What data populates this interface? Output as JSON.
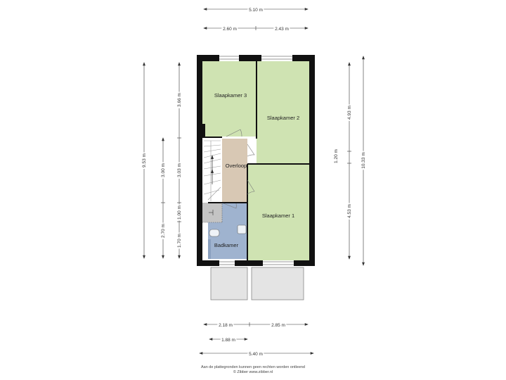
{
  "colors": {
    "bedroom": "#cfe3b2",
    "landing": "#d8c8b4",
    "bathroom": "#9fb3cf",
    "utility": "#c4c4c4",
    "wall": "#111111",
    "balcony": "#e4e4e4",
    "dimension_line": "#333333"
  },
  "rooms": {
    "slaapkamer_3": "Slaapkamer 3",
    "slaapkamer_2": "Slaapkamer 2",
    "slaapkamer_1": "Slaapkamer 1",
    "overloop": "Overloop",
    "badkamer": "Badkamer"
  },
  "dimensions": {
    "top_total": "5.10 m",
    "top_left": "2.60 m",
    "top_right": "2.43 m",
    "left_total": "9.53 m",
    "left_slaapkamer_3": "3.66 m",
    "left_stair_a": "3.00 m",
    "left_stair_b": "3.03 m",
    "left_bath_a": "2.70 m",
    "left_bath_b": "1.00 m",
    "left_bath_c": "1.70 m",
    "right_total": "10.33 m",
    "right_slaapkamer_2": "4.93 m",
    "right_mid": "1.20 m",
    "right_slaapkamer_1": "4.53 m",
    "bottom_left": "2.18 m",
    "bottom_right": "2.85 m",
    "bottom_inner": "1.88 m",
    "bottom_total": "5.40 m"
  },
  "footer": {
    "disclaimer": "Aan de plattegronden kunnen geen rechten worden ontleend",
    "credit": "© Zibber www.zibber.nl"
  }
}
